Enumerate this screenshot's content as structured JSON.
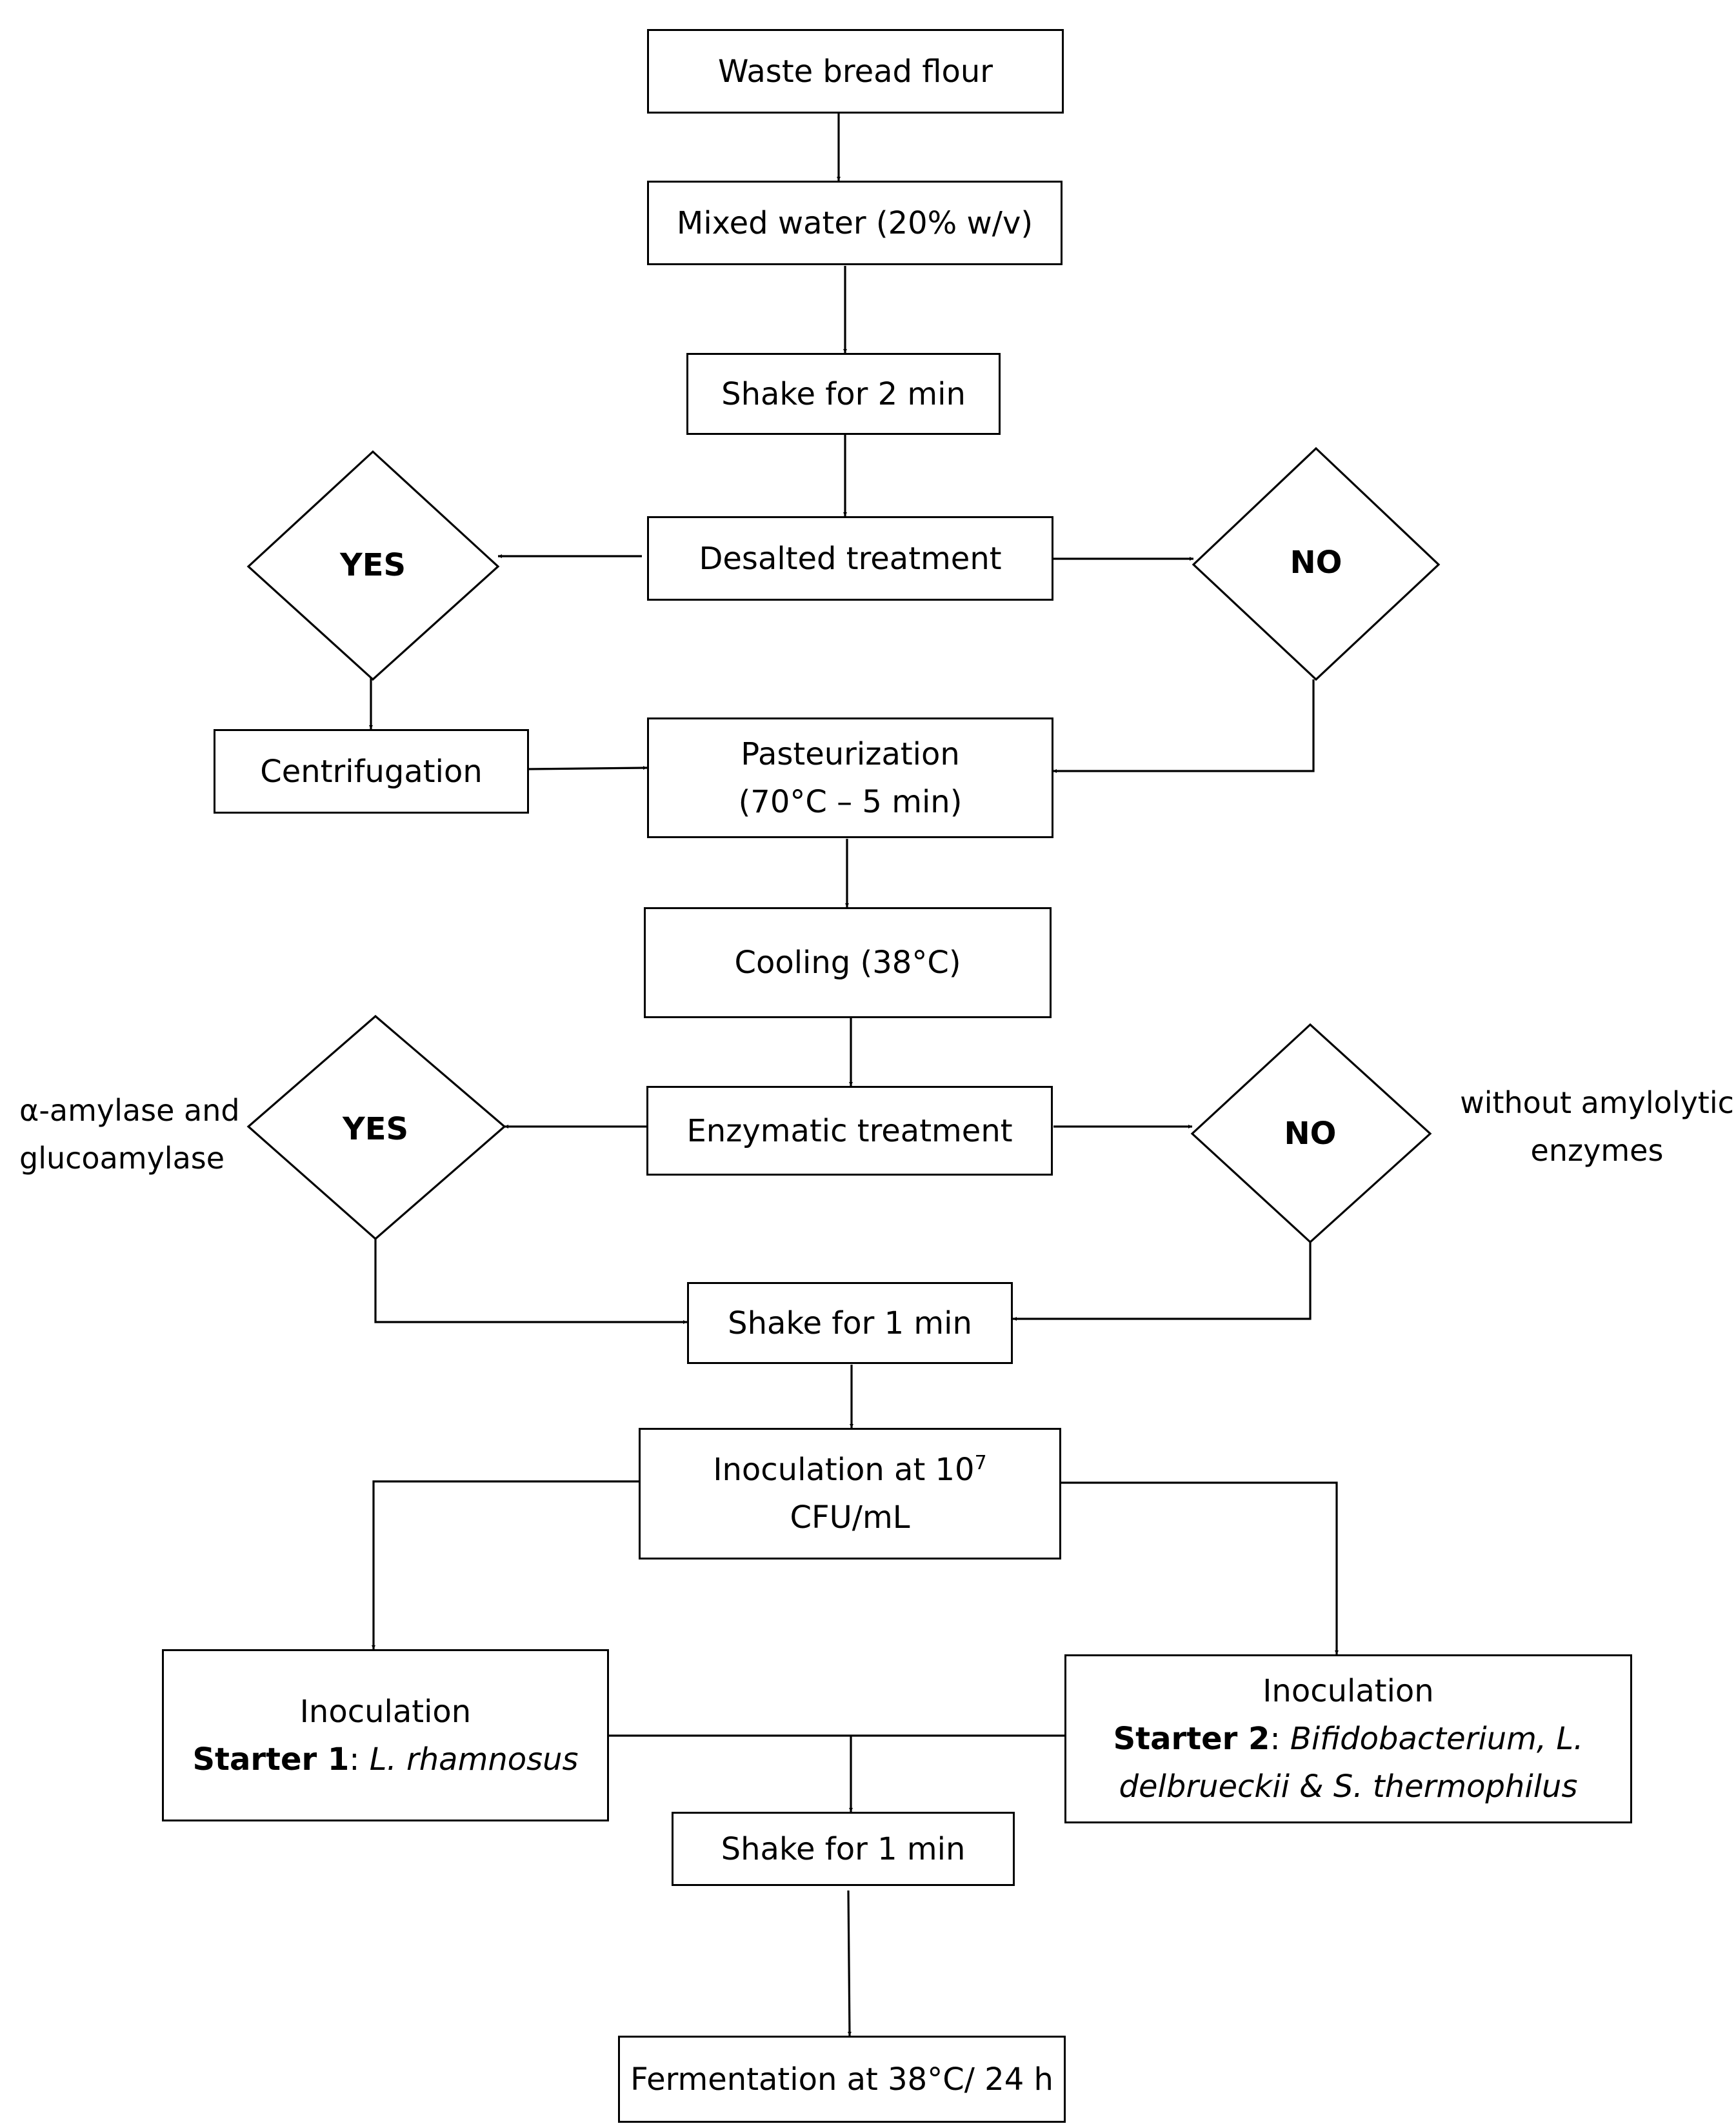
{
  "colors": {
    "stroke": "#000000",
    "background": "#ffffff"
  },
  "steps": {
    "waste_bread_flour": "Waste bread flour",
    "mixed_water": "Mixed water (20% w/v)",
    "shake_2min": "Shake for 2 min",
    "desalted_treatment": "Desalted treatment",
    "centrifugation": "Centrifugation",
    "pasteurization_line1": "Pasteurization",
    "pasteurization_line2": "(70°C – 5 min)",
    "cooling": "Cooling (38°C)",
    "enzymatic_treatment": "Enzymatic treatment",
    "shake_1min_a": "Shake for 1 min",
    "inoculation_line1": "Inoculation at 10",
    "inoculation_exponent": "7",
    "inoculation_line2": "CFU/mL",
    "starter1_title": "Inoculation",
    "starter1_label": "Starter 1",
    "starter1_sep": ": ",
    "starter1_species": "L. rhamnosus",
    "starter2_title": "Inoculation",
    "starter2_label": "Starter 2",
    "starter2_sep": ": ",
    "starter2_species_line1": "Bifidobacterium, L.",
    "starter2_species_line2": "delbrueckii & S. thermophilus",
    "shake_1min_b": "Shake for 1 min",
    "fermentation": "Fermentation at 38°C/ 24 h"
  },
  "decisions": {
    "desalted_yes": "YES",
    "desalted_no": "NO",
    "enzymatic_yes": "YES",
    "enzymatic_no": "NO"
  },
  "notes": {
    "enzymes_yes_line1": "α-amylase and",
    "enzymes_yes_line2": "glucoamylase",
    "enzymes_no_line1": "without amylolytic",
    "enzymes_no_line2": "enzymes"
  }
}
